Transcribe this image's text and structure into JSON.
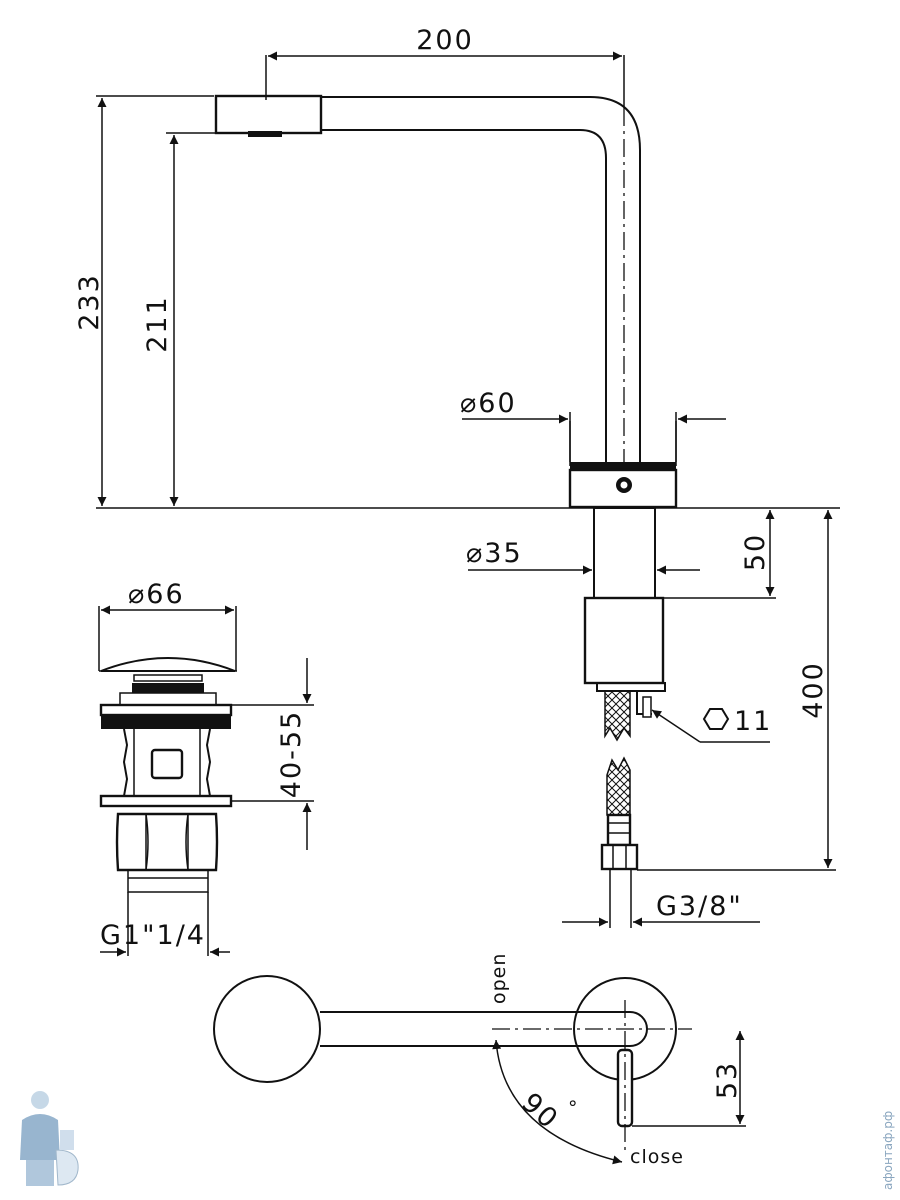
{
  "colors": {
    "ink": "#111111",
    "background": "#ffffff",
    "watermark": "#8aa6bf"
  },
  "dimensions": {
    "spout_reach": "200",
    "total_height": "233",
    "outlet_height": "211",
    "body_diameter": "60",
    "shank_diameter": "35",
    "shank_length": "50",
    "installed_depth": "400",
    "hex_size": "11",
    "hose_thread": "G3/8\"",
    "waste_diameter": "66",
    "waste_thickness": "40-55",
    "waste_thread": "G1\"1/4",
    "handle_offset": "53",
    "rotation_angle": "90"
  },
  "labels": {
    "open": "open",
    "close": "close"
  },
  "symbols": {
    "diameter": "⌀",
    "degree": "°",
    "hexagon": "hexagon-icon"
  },
  "watermark": {
    "text": "афонтаф.рф",
    "mascot": "plumber-mascot-icon"
  }
}
